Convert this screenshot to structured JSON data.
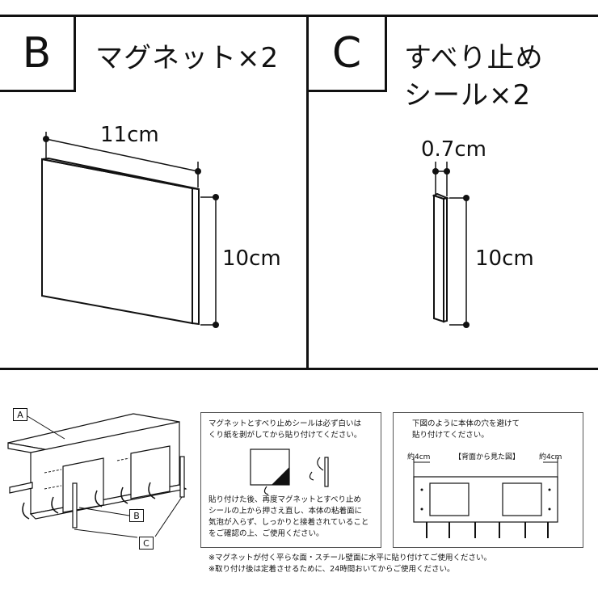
{
  "panel_b": {
    "letter": "B",
    "title": "マグネット×2",
    "width_label": "11cm",
    "height_label": "10cm"
  },
  "panel_c": {
    "letter": "C",
    "title_line1": "すべり止め",
    "title_line2": "シール×2",
    "width_label": "0.7cm",
    "height_label": "10cm"
  },
  "assembly": {
    "label_a": "A",
    "label_b": "B",
    "label_c": "C"
  },
  "instruction_1": {
    "text1": "マグネットとすべり止めシールは必ず白いは",
    "text2": "くり紙を剥がしてから貼り付けてください。",
    "text3": "貼り付けた後、再度マグネットとすべり止め",
    "text4": "シールの上から押さえ直し、本体の粘着面に",
    "text5": "気泡が入らず、しっかりと接着されていること",
    "text6": "をご確認の上、ご使用ください。"
  },
  "instruction_2": {
    "text1": "下図のように本体の穴を避けて",
    "text2": "貼り付けてください。",
    "left_margin": "約4cm",
    "view_label": "【背面から見た図】",
    "right_margin": "約4cm"
  },
  "footnotes": {
    "note1": "※マグネットが付く平らな面・スチール壁面に水平に貼り付けてご使用ください。",
    "note2": "※取り付け後は定着させるために、24時間おいてからご使用ください。"
  }
}
